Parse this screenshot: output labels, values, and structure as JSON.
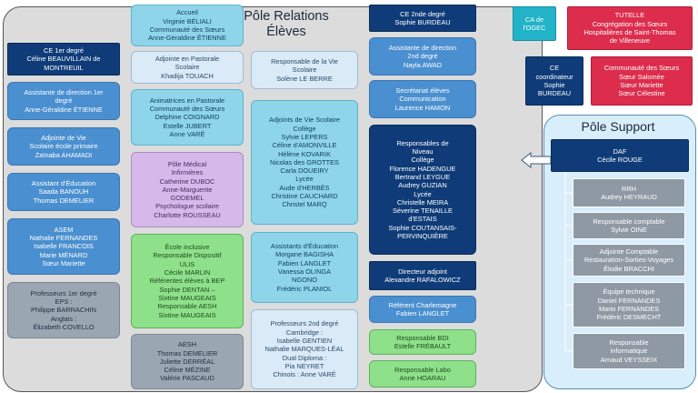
{
  "pole_relations": {
    "title_line1": "Pôle Relations",
    "title_line2": "Élèves"
  },
  "pole_support": {
    "title": "Pôle Support"
  },
  "boxes": {
    "accueil": [
      "Accueil",
      "Virginie BÉLIALI",
      "Communauté des Sœurs",
      "Anne-Géraldine ÉTIENNE"
    ],
    "ce2": [
      "CE 2nde degré",
      "Sophie BURDEAU"
    ],
    "ca_ogec": [
      "CA de",
      "l'OGEC"
    ],
    "tutelle": [
      "TUTELLE",
      "Congrégation des Sœurs",
      "Hospitalières de Saint-Thomas",
      "de Villeneuve"
    ],
    "ce1": [
      "CE 1er degré",
      "Céline BEAUVILLAIN de",
      "MONTREUIL"
    ],
    "adj_pastorale": [
      "Adjointe en Pastorale",
      "Scolaire",
      "Khadija TOUACH"
    ],
    "resp_vie_scolaire": [
      "Responsable de la Vie",
      "Scolaire",
      "Solène LE BERRE"
    ],
    "assist_dir2": [
      "Assistante de direction",
      "2nd degré",
      "Nayla AWAD"
    ],
    "ce_coord": [
      "CE",
      "coordinateur",
      "Sophie",
      "BURDEAU"
    ],
    "communaute": [
      "Communauté des Sœurs",
      "Sœur Salomée",
      "Sœur Mariette",
      "Sœur Célestine"
    ],
    "assist_dir1": [
      "Assistante de direction 1er",
      "degré",
      "Anne-Géraldine ÉTIENNE"
    ],
    "animatrices": [
      "Animatrices en Pastorale",
      "Communauté des Sœurs",
      "Delphine COIGNARD",
      "Estelle JUBERT",
      "Anne VARÉ"
    ],
    "adj_vie_scolaire": [
      "Adjoints de Vie Scolaire",
      "Collège",
      "Sylvie LEPERS",
      "Céline d'AMONVILLE",
      "Hélène KOVARIK",
      "Nicolas des GROTTES",
      "Carla DOUEIRY",
      "Lycée",
      "Aude d'HERBÈS",
      "Christine CAUCHARD",
      "Christel MARQ"
    ],
    "secretariat": [
      "Secrétariat élèves",
      "Communication",
      "Laurence HAMON"
    ],
    "adj_vie_primaire": [
      "Adjointe de Vie",
      "Scolaire école primaire",
      "Zaïnaba AHAMADI"
    ],
    "pole_medical": [
      "Pôle Médical",
      "Infirmières",
      "Catherine DUBOC",
      "Anne-Marguerite",
      "GODEMEL",
      "Psychologue scolaire",
      "Charlotte ROUSSEAU"
    ],
    "resp_niveau": [
      "Responsables de",
      "Niveau",
      "Collège",
      "Florence HADENGUE",
      "Bertrand LEYGUE",
      "Audrey GUZIAN",
      "Lycée",
      "Christelle MEIRA",
      "Séverine TENAILLE",
      "d'ESTAIS",
      "Sophie COUTANSAIS-",
      "PERVINQUIÈRE"
    ],
    "assist_education1": [
      "Assistant d'Éducation",
      "Saada BANOUH",
      "Thomas DEMELIER"
    ],
    "asem": [
      "ASEM",
      "Nathalie FERNANDES",
      "Isabelle FRANCOIS",
      "Marie MÉNARD",
      "Sœur Mariette"
    ],
    "ecole_inclusive": [
      "École inclusive",
      "Responsable Dispositif",
      "ULIS",
      "Cécile MARLIN",
      "Référentes élèves à BEP",
      "Sophie DENTAN –",
      "Sixtine MAUGEAIS",
      "Responsable AESH",
      "Sixtine MAUGEAIS"
    ],
    "assist_education2": [
      "Assistants d'Éducation",
      "Morgane BAGISHA",
      "Fabien LANGLET",
      "Vanessa OLINGA",
      "NGONO",
      "Frédéric PLANIOL"
    ],
    "directeur_adjoint": [
      "Directeur adjoint",
      "Alexandre RAFALOWICZ"
    ],
    "professeurs1": [
      "Professeurs 1er degré",
      "EPS :",
      "Philippe BARRACHIN",
      "Anglais :",
      "Élizabeth COVELLO"
    ],
    "referent_charlemagne": [
      "Référent Charlemagne",
      "Fabien LANGLET"
    ],
    "professeurs2": [
      "Professeurs 2nd degré",
      "Cambridge :",
      "Isabelle GENTIEN",
      "Nathalie MARQUES-LÉAL",
      "Dual Diploma :",
      "Pia NEYRET",
      "Chinois : Anne VARÉ"
    ],
    "resp_bdi": [
      "Responsable BDI",
      "Estelle FRÉBAULT"
    ],
    "aesh": [
      "AESH",
      "Thomas DEMELIER",
      "Juliette DERRÉAL",
      "Céline MÉZINE",
      "Valérie PASCAUD"
    ],
    "resp_labo": [
      "Responsable Labo",
      "Anne HOARAU"
    ],
    "daf": [
      "DAF",
      "Cécile ROUGE"
    ],
    "rrh": [
      "RRH",
      "Audrey HEYRAUD"
    ],
    "resp_comptable": [
      "Responsable comptable",
      "Sylvie OINE"
    ],
    "adj_comptable": [
      "Adjointe Comptable",
      "Restauration-Sorties-Voyages",
      "Élodie BRACCHI"
    ],
    "equipe_technique": [
      "Équipe technique",
      "Daniel FERNANDES",
      "Mario FERNANDES",
      "Frédéric DESMECHT"
    ],
    "resp_informatique": [
      "Responsable",
      "informatique",
      "Arnaud VEYSSEIX"
    ]
  },
  "colors": {
    "navy": "#0f3c78",
    "blue": "#4a8fd0",
    "light": "#daeaf7",
    "cyan": "#8fd5ea",
    "purple": "#d6b9ea",
    "green": "#8ee08a",
    "teal": "#22b3c9",
    "red": "#dc2d4d",
    "grey": "#9aa7b3"
  },
  "icons": {
    "arrow": "left-arrow-icon"
  }
}
